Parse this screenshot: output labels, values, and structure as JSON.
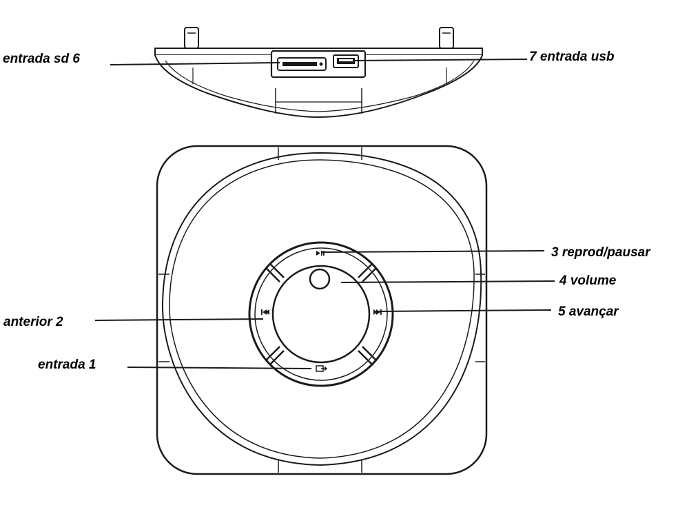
{
  "labels": {
    "sd_slot": "entrada sd 6",
    "usb_port": "7 entrada usb",
    "play_pause": "3 reprod/pausar",
    "volume": "4 volume",
    "next": "5 avançar",
    "previous": "anterior  2",
    "input": "entrada  1"
  },
  "colors": {
    "stroke": "#1a1a1a",
    "text": "#000000",
    "background": "#ffffff"
  }
}
